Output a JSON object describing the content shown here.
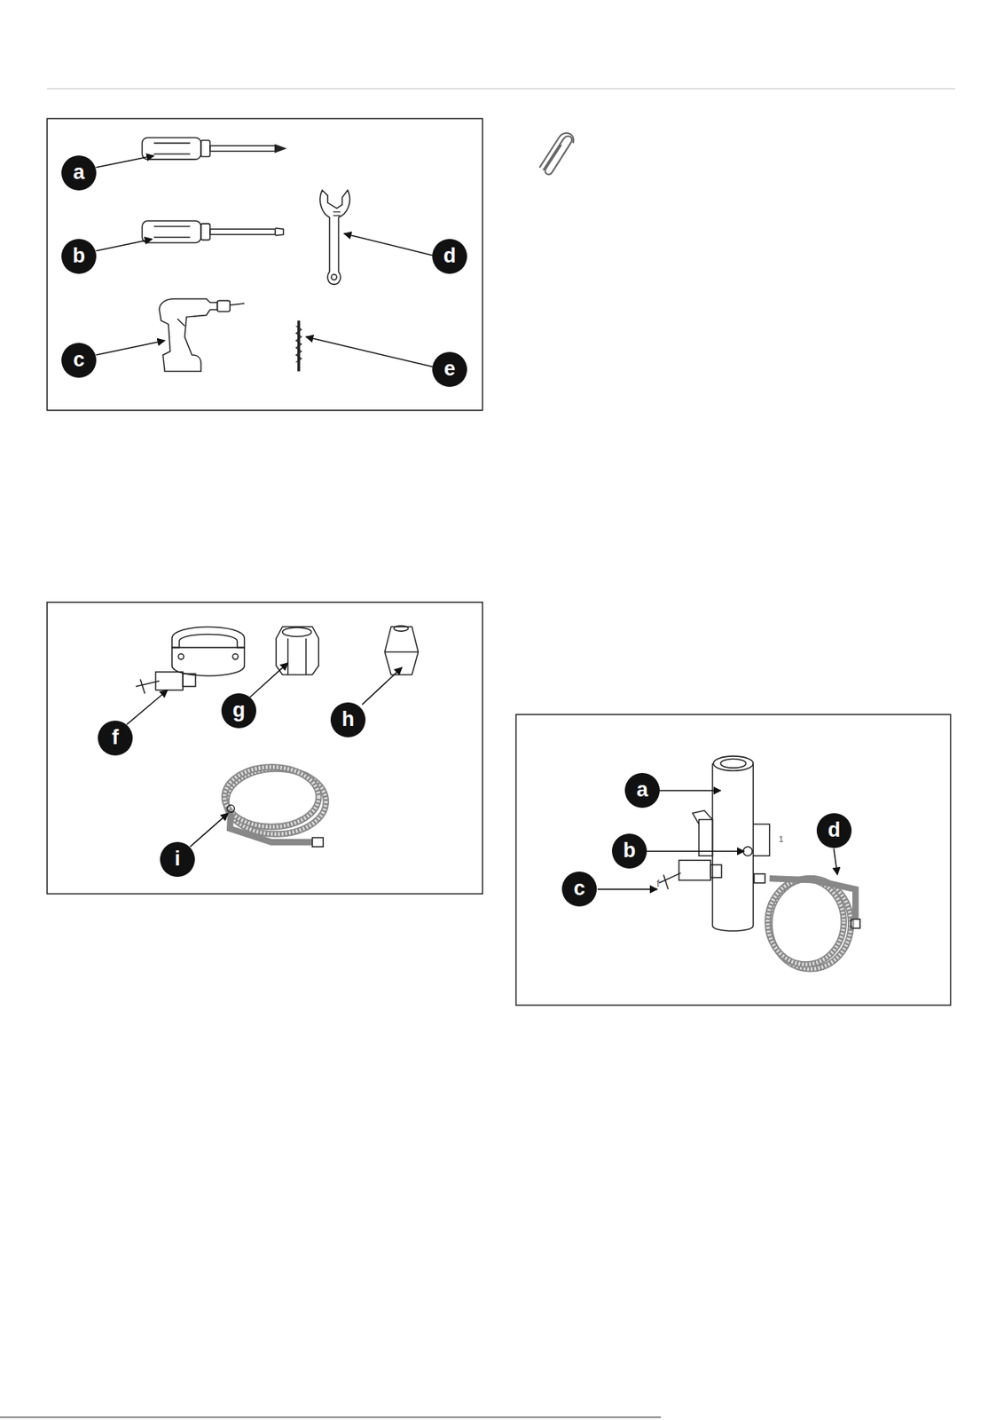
{
  "diagram": {
    "nodes": [
      {
        "text": [
          "a"
        ]
      },
      {
        "text": [
          "b"
        ]
      },
      {
        "text": [
          "c"
        ]
      },
      {
        "text": [
          "d"
        ]
      },
      {
        "text": [
          "e"
        ]
      },
      {
        "text": [
          "f"
        ]
      },
      {
        "text": [
          "g"
        ]
      },
      {
        "text": [
          "h"
        ]
      },
      {
        "text": [
          "i"
        ]
      },
      {
        "text": [
          "a"
        ]
      },
      {
        "text": [
          "b"
        ]
      },
      {
        "text": [
          "c"
        ]
      },
      {
        "text": [
          "d"
        ]
      }
    ],
    "labels": [
      "f",
      "1"
    ]
  }
}
